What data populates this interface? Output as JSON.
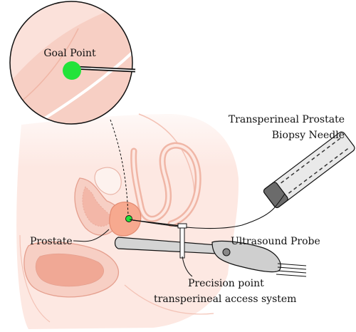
{
  "labels": {
    "goal_point": "Goal Point",
    "needle_line1": "Transperineal Prostate",
    "needle_line2": "Biopsy Needle",
    "prostate": "Prostate",
    "ultrasound_probe": "Ultrasound Probe",
    "access_line1": "Precision point",
    "access_line2": "transperineal access system"
  },
  "colors": {
    "tissue": "#fde8e2",
    "tissue_dark": "#f3b7a8",
    "organ": "#f7cfc4",
    "organ_edge": "#e59f8e",
    "prostate": "#f7a98f",
    "goal_point": "#22e33a",
    "probe": "#d4d4d4",
    "needle_body": "#e9e9e9",
    "needle_tip": "#6b6b6b",
    "ink": "#111111"
  },
  "icons": {
    "goal_marker": "green-dot",
    "needle": "biopsy-needle",
    "probe": "ultrasound-probe"
  }
}
